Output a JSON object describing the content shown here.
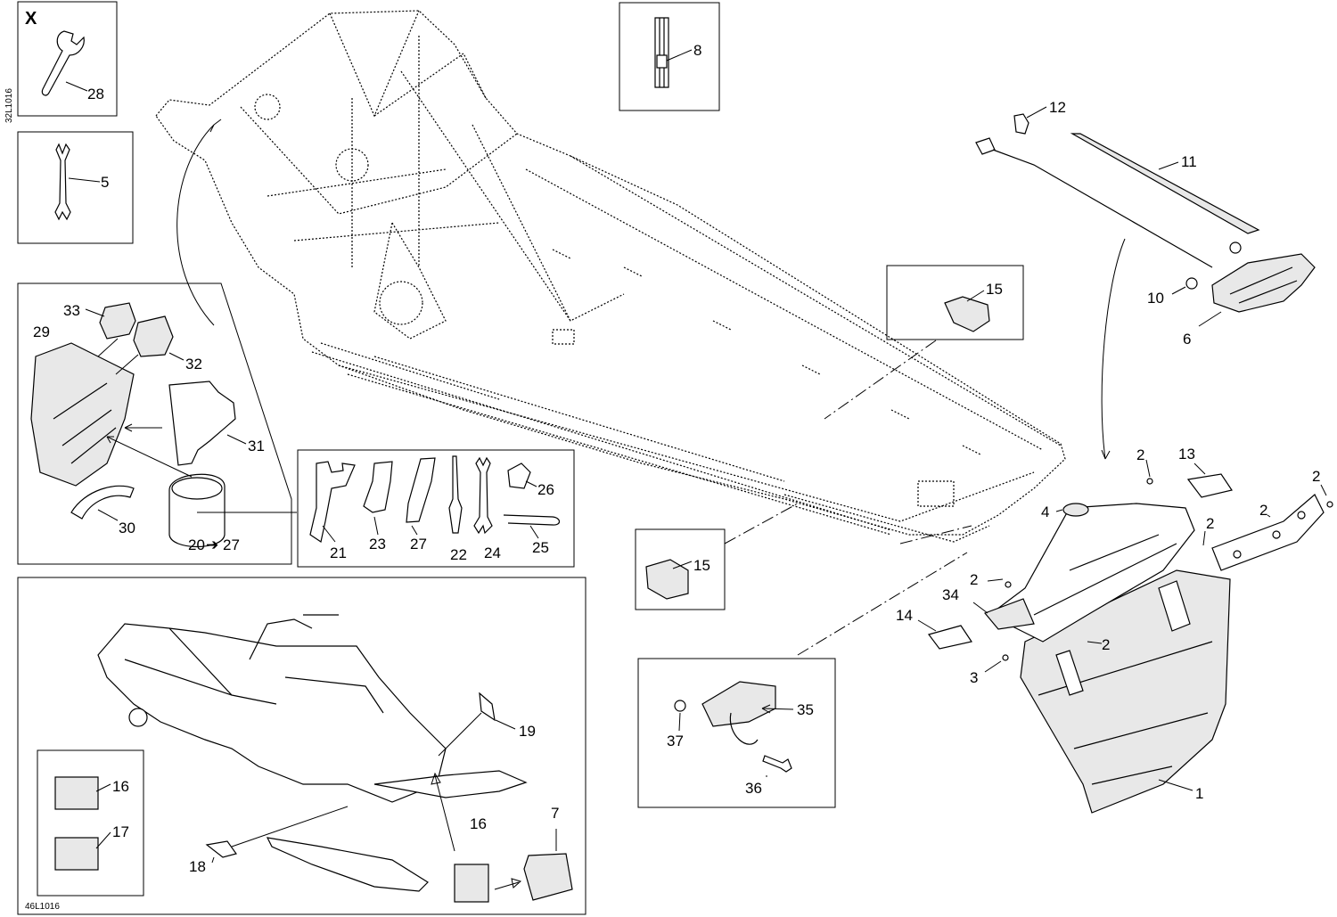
{
  "diagram": {
    "corner_code_top": "32L1016",
    "corner_code_bottom": "46L1016",
    "tools_box_marker": "X",
    "arrow_glyph": "➔",
    "callouts": {
      "c1": "1",
      "c2a": "2",
      "c2b": "2",
      "c2c": "2",
      "c2d": "2",
      "c2e": "2",
      "c2f": "2",
      "c3": "3",
      "c4": "4",
      "c5": "5",
      "c6": "6",
      "c7": "7",
      "c8": "8",
      "c10": "10",
      "c11": "11",
      "c12": "12",
      "c13": "13",
      "c14": "14",
      "c15a": "15",
      "c15b": "15",
      "c16a": "16",
      "c16b": "16",
      "c17": "17",
      "c18": "18",
      "c19": "19",
      "c20": "20",
      "c27end": "27",
      "c21": "21",
      "c22": "22",
      "c23": "23",
      "c24": "24",
      "c25": "25",
      "c26": "26",
      "c27": "27",
      "c28": "28",
      "c29": "29",
      "c30": "30",
      "c31": "31",
      "c32": "32",
      "c33": "33",
      "c34": "34",
      "c35": "35",
      "c36": "36",
      "c37": "37"
    }
  }
}
